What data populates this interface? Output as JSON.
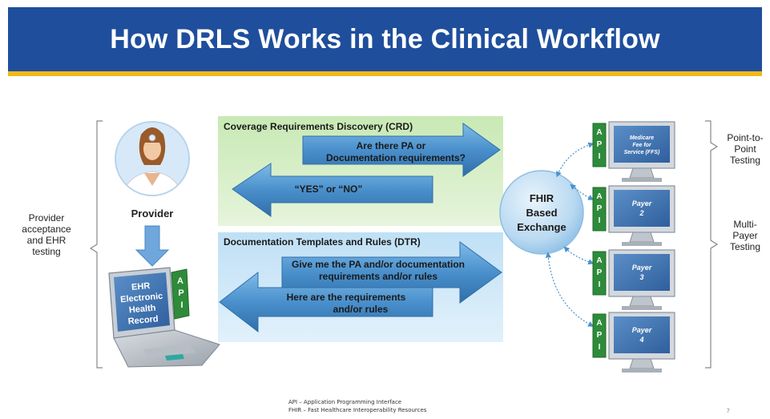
{
  "title": "How DRLS Works in the Clinical Workflow",
  "provider": {
    "label": "Provider",
    "group_label_lines": [
      "Provider",
      "acceptance",
      "and EHR",
      "testing"
    ]
  },
  "ehr": {
    "lines": [
      "EHR",
      "Electronic",
      "Health",
      "Record"
    ]
  },
  "api_letters": [
    "A",
    "P",
    "I"
  ],
  "crd": {
    "heading": "Coverage Requirements Discovery (CRD)",
    "request_lines": [
      "Are there PA or",
      "Documentation requirements?"
    ],
    "response": "“YES” or “NO”"
  },
  "dtr": {
    "heading": "Documentation Templates and Rules (DTR)",
    "request_lines": [
      "Give me the PA and/or documentation",
      "requirements and/or rules"
    ],
    "response_lines": [
      "Here are the requirements",
      "and/or rules"
    ]
  },
  "hub": {
    "lines": [
      "FHIR",
      "Based",
      "Exchange"
    ]
  },
  "payers": [
    {
      "lines": [
        "Medicare",
        "Fee for",
        "Service (FFS)"
      ]
    },
    {
      "lines": [
        "Payer",
        "2"
      ]
    },
    {
      "lines": [
        "Payer",
        "3"
      ]
    },
    {
      "lines": [
        "Payer",
        "4"
      ]
    }
  ],
  "right_labels": {
    "point_to_point": [
      "Point-to-",
      "Point",
      "Testing"
    ],
    "multi_payer": [
      "Multi-",
      "Payer",
      "Testing"
    ]
  },
  "footnotes": [
    "API – Application Programming Interface",
    "FHIR – Fast Healthcare Interoperability Resources"
  ],
  "page_number": "7",
  "colors": {
    "title_bar": "#1f4e9c",
    "title_underline": "#f2b81a",
    "crd_panel": "#d6eec6",
    "dtr_panel": "#cfe6f6",
    "arrow_blue": "#4a90cc",
    "api_green": "#2e8b3a",
    "monitor_screen": "#3e72b0"
  }
}
